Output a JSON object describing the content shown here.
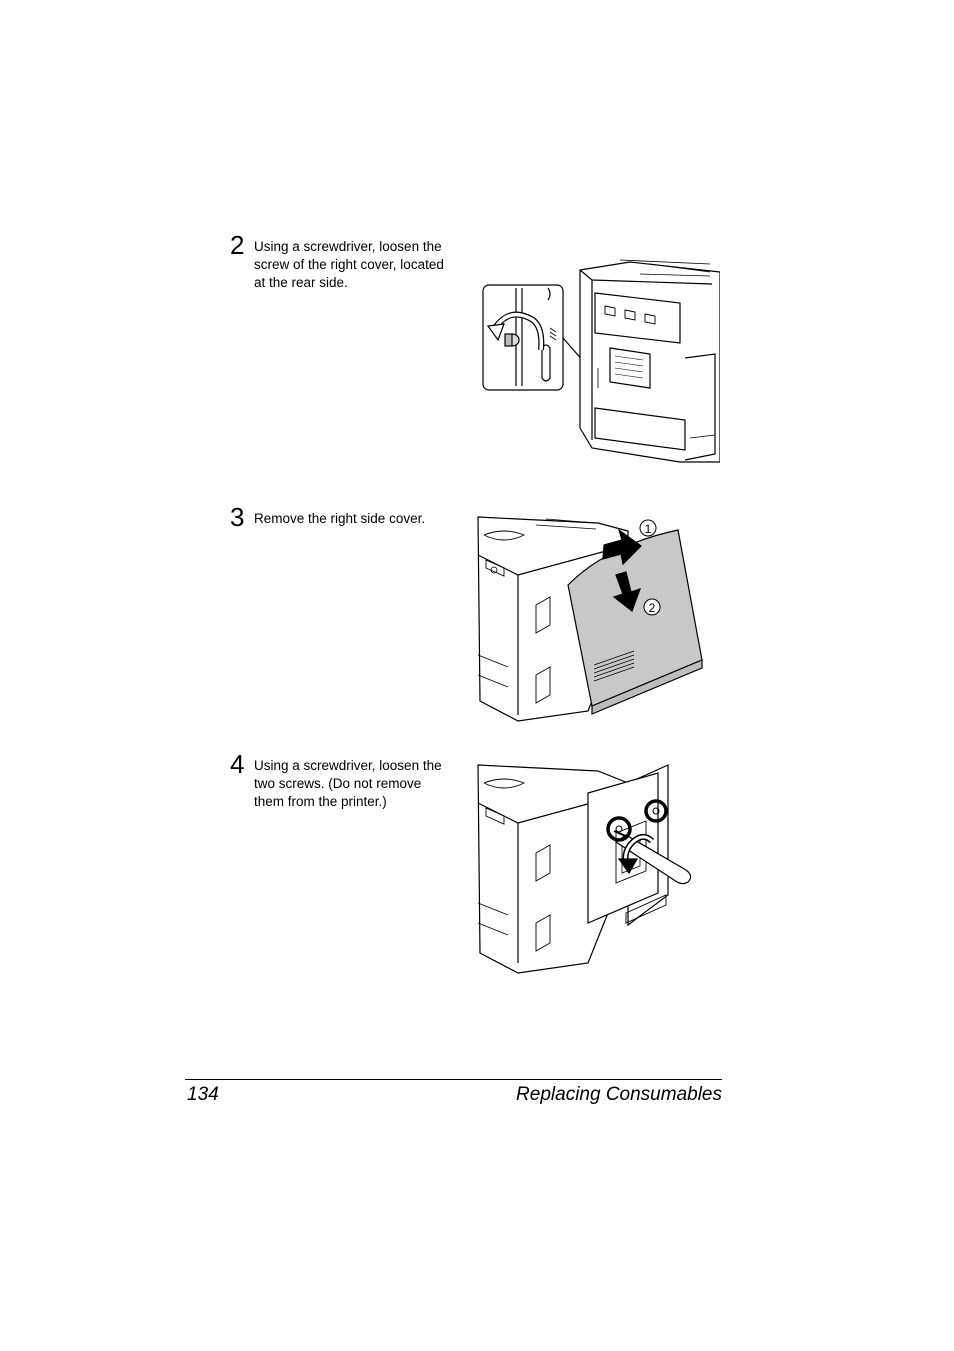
{
  "steps": [
    {
      "number": "2",
      "lines": [
        "Using a screwdriver, loosen the",
        "screw of the right cover, located",
        "at the rear side."
      ]
    },
    {
      "number": "3",
      "lines": [
        "Remove the right side cover."
      ]
    },
    {
      "number": "4",
      "lines": [
        "Using a screwdriver, loosen the",
        "two screws. (Do not remove",
        "them from the printer.)"
      ]
    }
  ],
  "callouts": {
    "one": "1",
    "two": "2"
  },
  "footer": {
    "page_number": "134",
    "section_title": "Replacing Consumables"
  }
}
